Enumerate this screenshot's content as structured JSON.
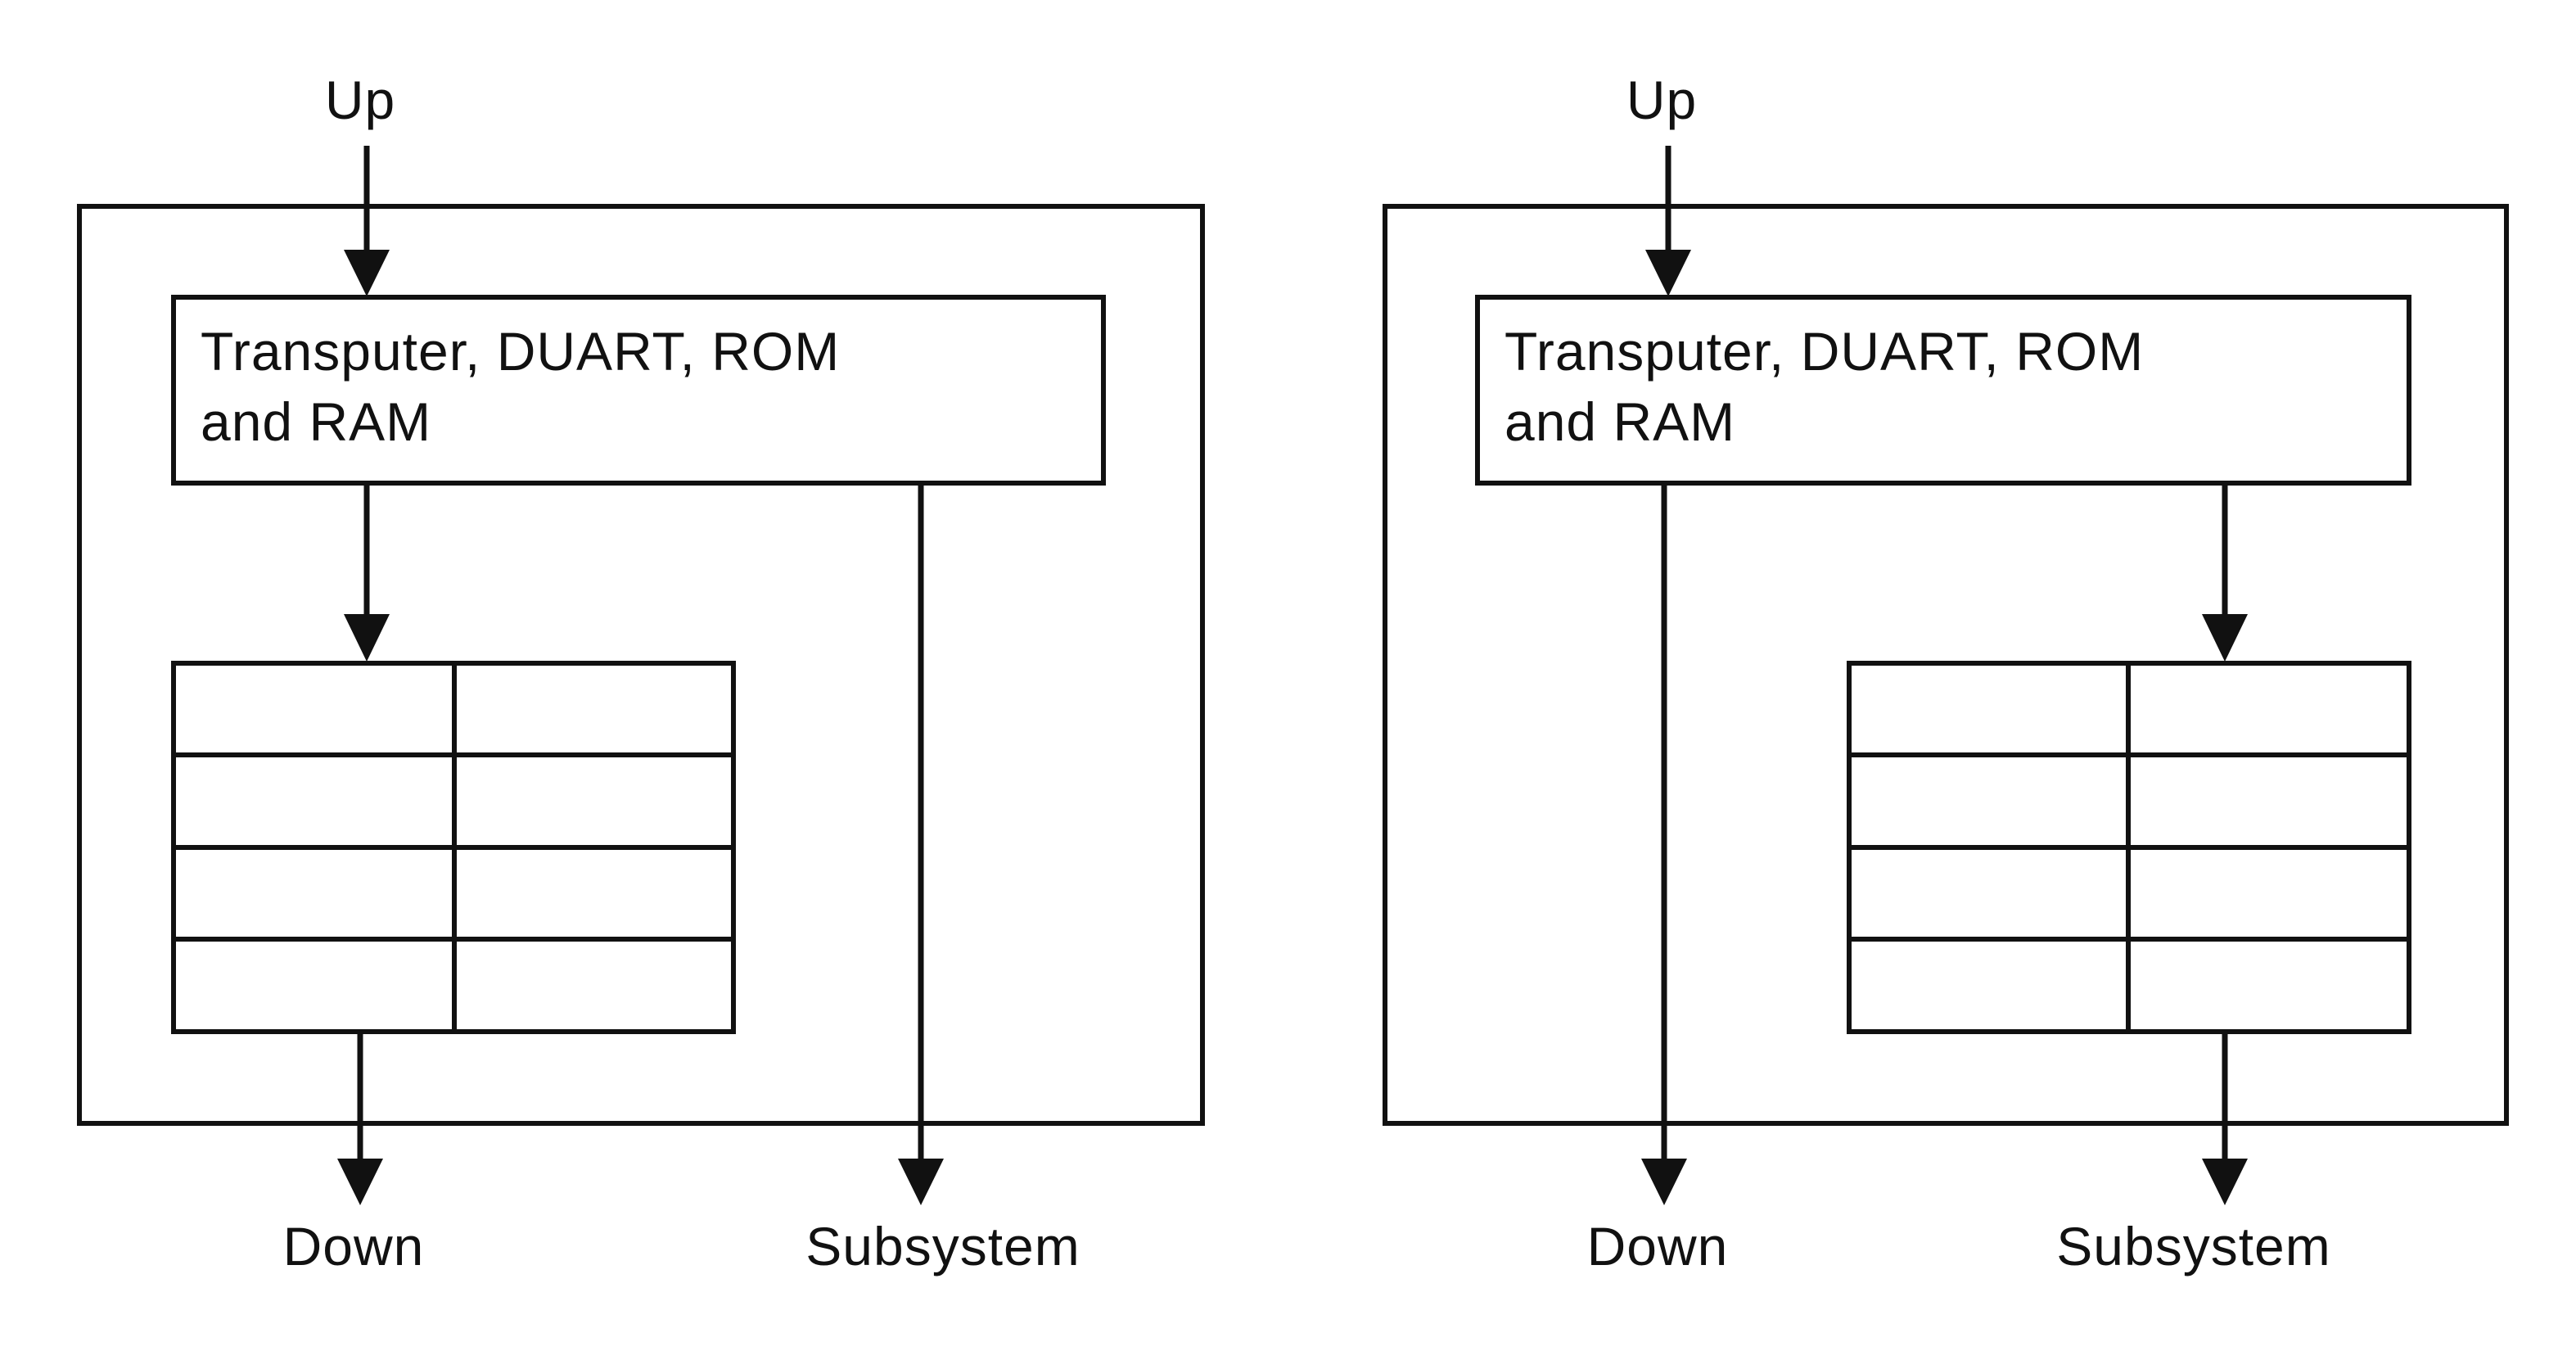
{
  "panels": [
    {
      "up_label": "Up",
      "processor_label_line1": "Transputer, DUART, ROM",
      "processor_label_line2": "and RAM",
      "down_label": "Down",
      "subsystem_label": "Subsystem"
    },
    {
      "up_label": "Up",
      "processor_label_line1": "Transputer, DUART, ROM",
      "processor_label_line2": "and RAM",
      "down_label": "Down",
      "subsystem_label": "Subsystem"
    }
  ]
}
